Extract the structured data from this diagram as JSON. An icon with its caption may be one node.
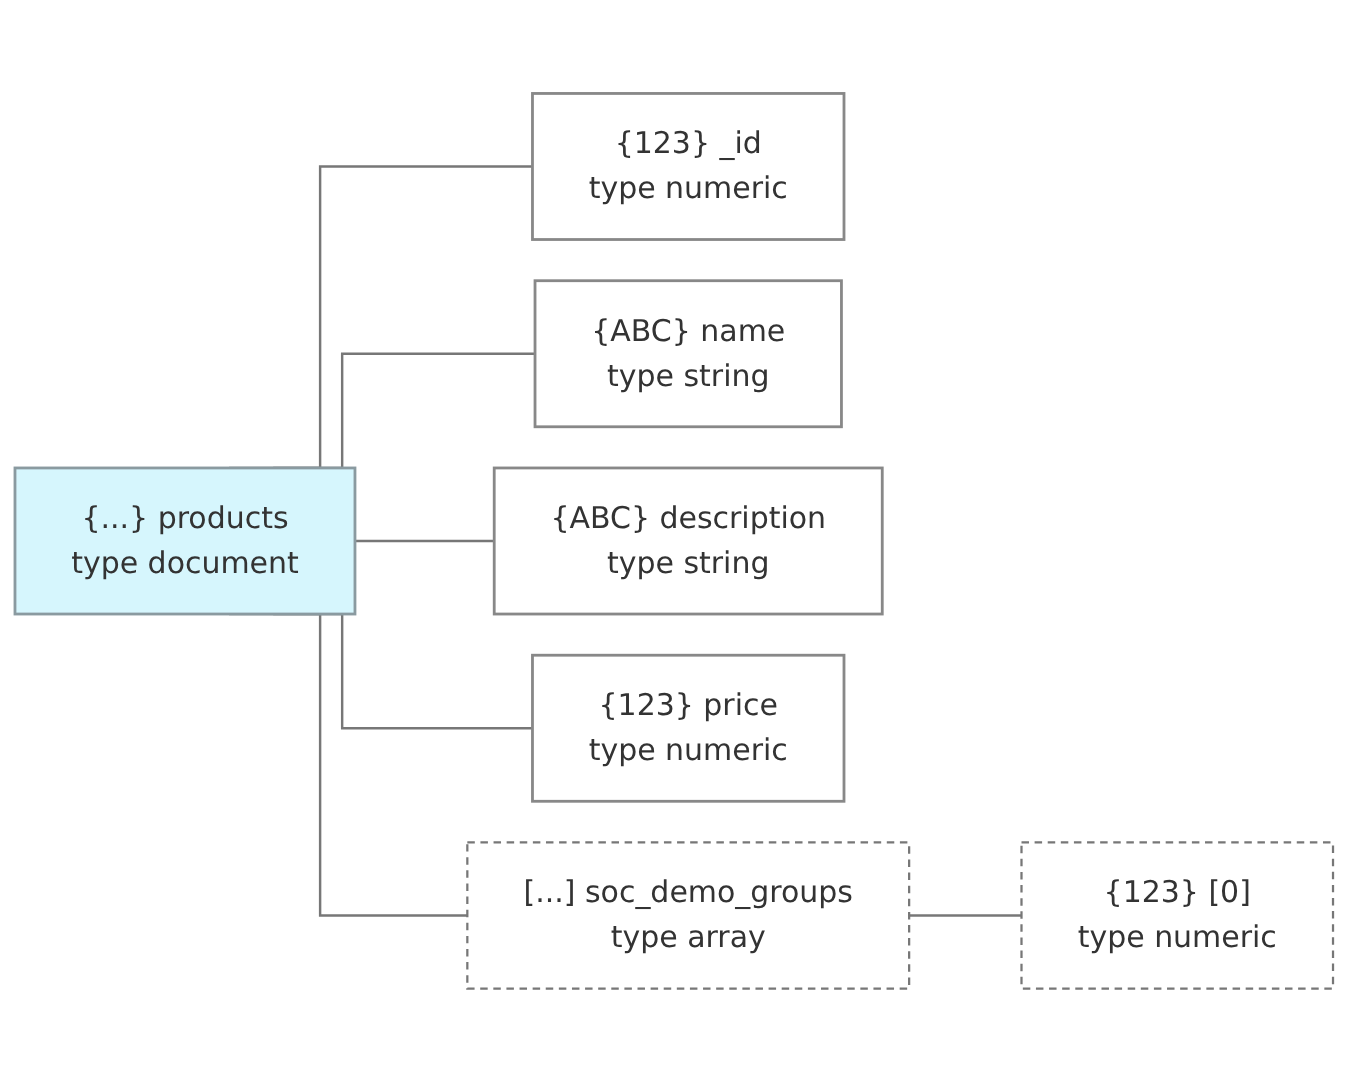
{
  "diagram": {
    "nodes": [
      {
        "text": [
          "{...}",
          "products",
          "type",
          "document"
        ]
      },
      {
        "text": [
          "{123}",
          "_id",
          "type",
          "numeric"
        ]
      },
      {
        "text": [
          "{ABC}",
          "name",
          "type",
          "string"
        ]
      },
      {
        "text": [
          "{ABC}",
          "description",
          "type",
          "string"
        ]
      },
      {
        "text": [
          "{123}",
          "price",
          "type",
          "numeric"
        ]
      },
      {
        "text": [
          "[...]",
          "soc_demo_groups",
          "type",
          "array"
        ]
      },
      {
        "text": [
          "{123}",
          "[0]",
          "type",
          "numeric"
        ]
      }
    ],
    "edges": [
      {
        "from": 0,
        "to": 1,
        "arrow": "none"
      },
      {
        "from": 0,
        "to": 2,
        "arrow": "none"
      },
      {
        "from": 0,
        "to": 3,
        "arrow": "none"
      },
      {
        "from": 0,
        "to": 4,
        "arrow": "none"
      },
      {
        "from": 0,
        "to": 5,
        "arrow": "none"
      },
      {
        "from": 5,
        "to": 6,
        "arrow": "none"
      }
    ]
  }
}
